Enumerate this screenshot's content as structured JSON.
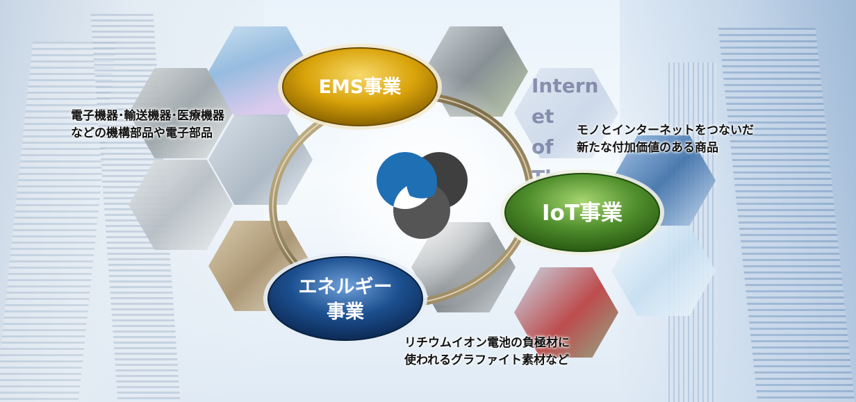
{
  "diagram": {
    "nodes": [
      {
        "id": "ems",
        "lines": [
          "EMS事業"
        ],
        "color": "#d9a30a"
      },
      {
        "id": "iot",
        "lines": [
          "IoT事業"
        ],
        "color": "#4f8e2c"
      },
      {
        "id": "energy",
        "lines": [
          "エネルギー",
          "事業"
        ],
        "color": "#1c4f8f"
      }
    ],
    "descriptions": {
      "ems": [
        "電子機器･輸送機器･医療機器",
        "などの機構部品や電子部品"
      ],
      "iot": [
        "モノとインターネットをつないだ",
        "新たな付加価値のある商品"
      ],
      "energy": [
        "リチウムイオン電池の負極材に",
        "使われるグラファイト素材など"
      ]
    },
    "background_word": "Intern\net\nof\nTh",
    "logo": {
      "colors": [
        "#1f6fb5",
        "#3f3f3f",
        "#555555"
      ]
    }
  }
}
